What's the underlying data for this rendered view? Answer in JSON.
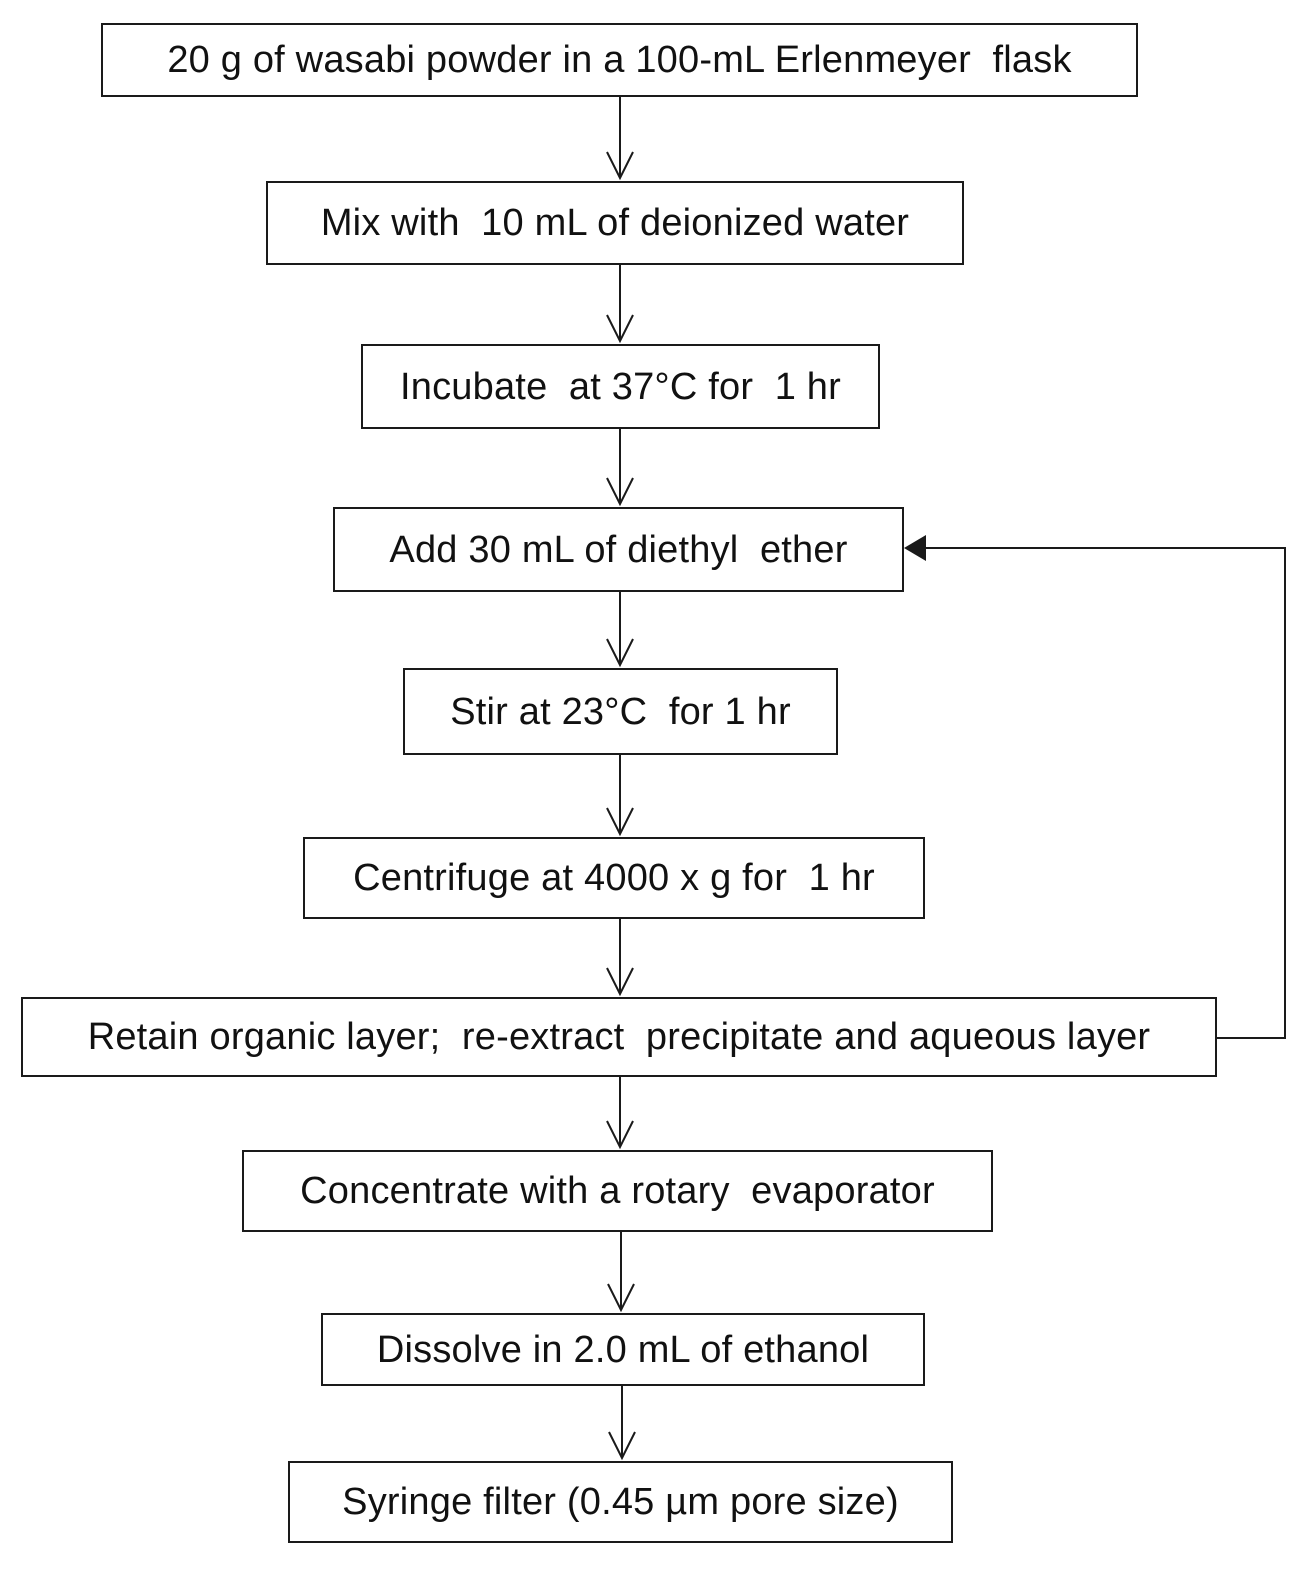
{
  "diagram": {
    "steps": [
      {
        "id": "s1",
        "label": "20 g of wasabi powder in a 100-mL Erlenmeyer  flask"
      },
      {
        "id": "s2",
        "label": "Mix with  10 mL of deionized water"
      },
      {
        "id": "s3",
        "label": "Incubate  at 37°C for  1 hr"
      },
      {
        "id": "s4",
        "label": "Add 30 mL of diethyl  ether"
      },
      {
        "id": "s5",
        "label": "Stir at 23°C  for 1 hr"
      },
      {
        "id": "s6",
        "label": "Centrifuge at 4000 x g for  1 hr"
      },
      {
        "id": "s7",
        "label": "Retain organic layer;  re-extract  precipitate and aqueous layer"
      },
      {
        "id": "s8",
        "label": "Concentrate with a rotary  evaporator"
      },
      {
        "id": "s9",
        "label": "Dissolve in 2.0 mL of ethanol"
      },
      {
        "id": "s10",
        "label": "Syringe filter (0.45 µm pore size)"
      }
    ],
    "edges": [
      {
        "from": "s1",
        "to": "s2"
      },
      {
        "from": "s2",
        "to": "s3"
      },
      {
        "from": "s3",
        "to": "s4"
      },
      {
        "from": "s4",
        "to": "s5"
      },
      {
        "from": "s5",
        "to": "s6"
      },
      {
        "from": "s6",
        "to": "s7"
      },
      {
        "from": "s7",
        "to": "s4",
        "kind": "loop-back"
      },
      {
        "from": "s7",
        "to": "s8"
      },
      {
        "from": "s8",
        "to": "s9"
      },
      {
        "from": "s9",
        "to": "s10"
      }
    ],
    "colors": {
      "line": "#1a1a1a",
      "box_fill": "#ffffff",
      "text": "#111111"
    }
  }
}
